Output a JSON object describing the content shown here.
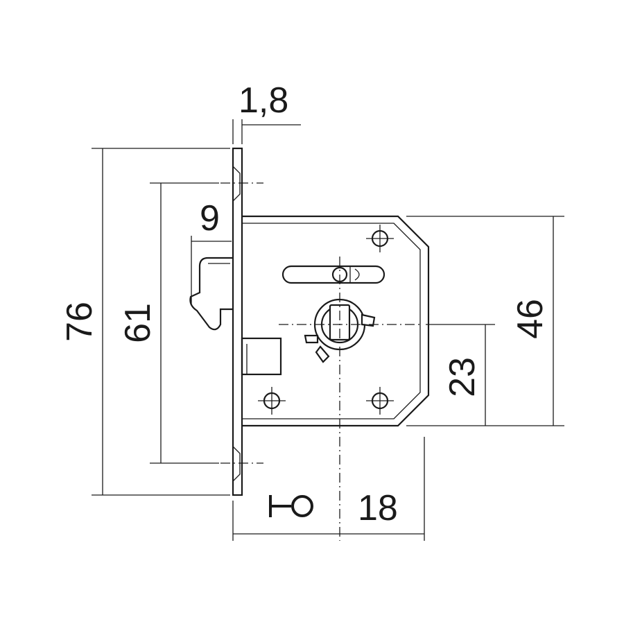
{
  "drawing": {
    "dimensions": {
      "faceplate_thickness": "1,8",
      "faceplate_height": "76",
      "screw_spacing": "61",
      "latch_offset": "9",
      "case_height": "46",
      "spindle_height": "23",
      "backset": "18"
    },
    "icons": [
      "key-symbol-icon"
    ]
  }
}
